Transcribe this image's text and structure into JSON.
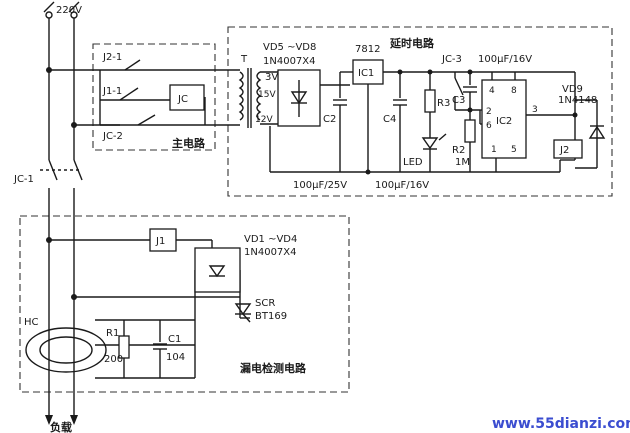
{
  "diagram": {
    "supply": "220V",
    "load": "负载",
    "watermark": "www.55dianzi.com",
    "main_circuit": {
      "title": "主电路",
      "labels": {
        "j2_1": "J2-1",
        "j1_1": "J1-1",
        "jc": "JC",
        "jc_2": "JC-2",
        "jc_1": "JC-1"
      }
    },
    "delay_circuit": {
      "title": "延时电路",
      "transformer": {
        "label": "T",
        "rating": "3VA",
        "primary": "12V",
        "secondary": "15V"
      },
      "bridge": {
        "name": "VD5 ~VD8",
        "part": "1N4007X4"
      },
      "regulator": {
        "name": "7812",
        "ic": "IC1"
      },
      "caps": {
        "c2": "C2",
        "c2_value": "100μF/25V",
        "c4": "C4",
        "c4_value": "100μF/16V",
        "c3": "C3",
        "c3_value": "100μF/16V"
      },
      "resistors": {
        "r3": "R3",
        "r2": "R2",
        "r2_value": "1M"
      },
      "led": "LED",
      "contact": "JC-3",
      "timer": {
        "ic": "IC2",
        "pins": [
          "4",
          "8",
          "2",
          "6",
          "3",
          "1",
          "5"
        ]
      },
      "diode": {
        "name": "VD9",
        "part": "1N4148"
      },
      "relay": "J2"
    },
    "leak_circuit": {
      "title": "漏电检测电路",
      "relay": "J1",
      "bridge": {
        "name": "VD1 ~VD4",
        "part": "1N4007X4"
      },
      "scr": {
        "name": "SCR",
        "part": "BT169"
      },
      "hc": "HC",
      "r1": {
        "name": "R1",
        "value": "200"
      },
      "c1": {
        "name": "C1",
        "value": "104"
      }
    }
  }
}
